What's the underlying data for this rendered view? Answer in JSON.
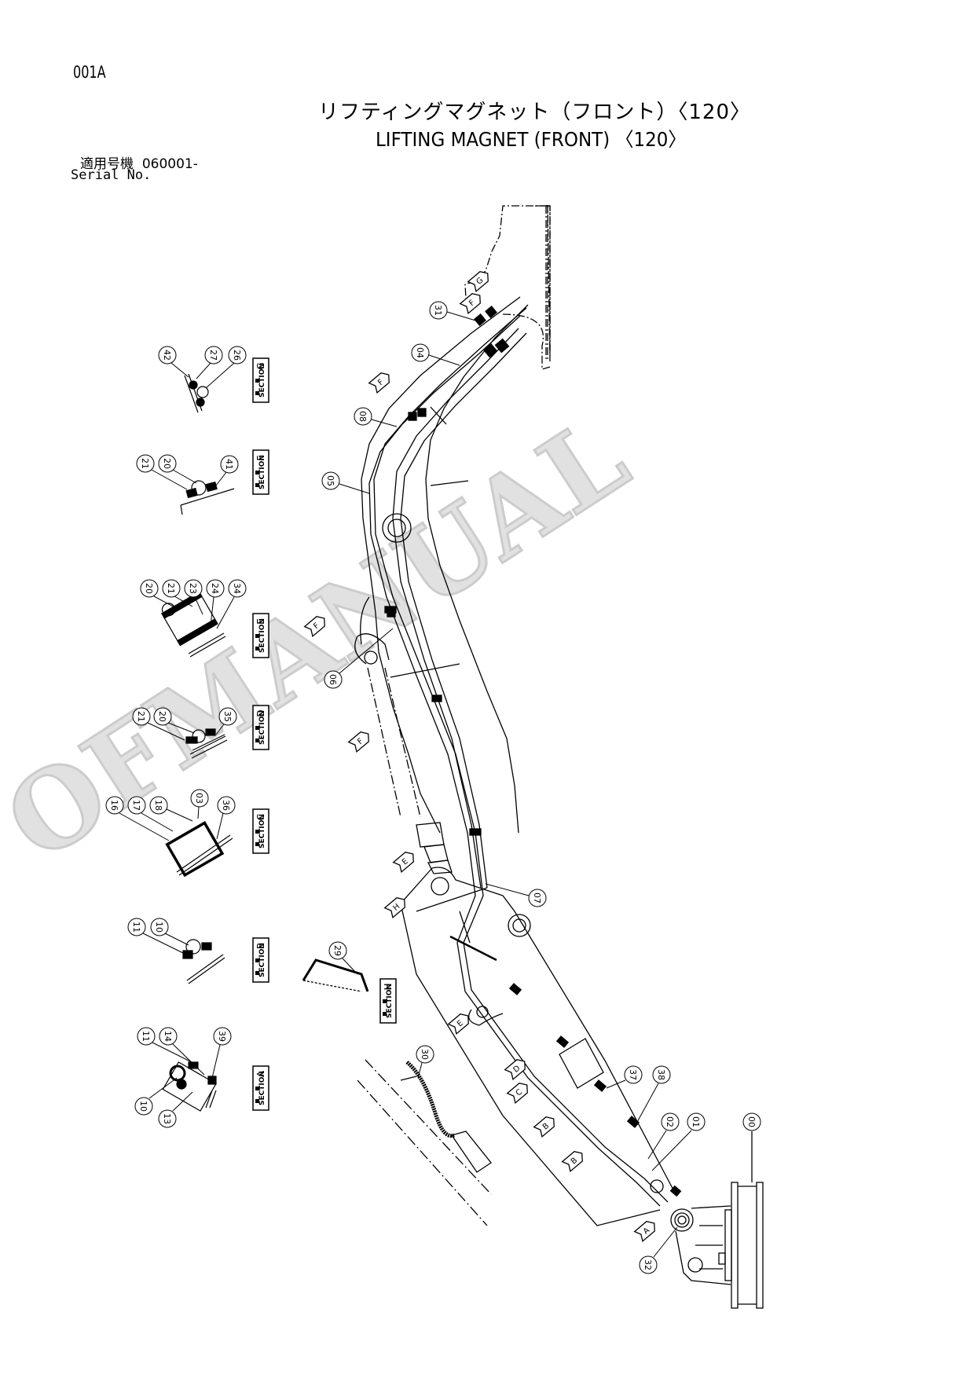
{
  "header": {
    "page_code": "001A",
    "title_jp": "リフティングマグネット（フロント）〈120〉",
    "title_en": "LIFTING MAGNET (FRONT) 〈120〉",
    "serial_label_jp": "適用号機",
    "serial_value": "060001-",
    "serial_label_en": "Serial No."
  },
  "watermark": "OFMANUAL",
  "sections": [
    {
      "id": "G",
      "label": "SECTION",
      "letter": "G",
      "callouts": [
        "42",
        "27",
        "26"
      ]
    },
    {
      "id": "F",
      "label": "SECTION",
      "letter": "F",
      "callouts": [
        "21",
        "20",
        "41"
      ]
    },
    {
      "id": "E",
      "label": "SECTION",
      "letter": "E",
      "callouts": [
        "20",
        "21",
        "23",
        "24",
        "34"
      ]
    },
    {
      "id": "D",
      "label": "SECTION",
      "letter": "D",
      "callouts": [
        "21",
        "20",
        "35"
      ]
    },
    {
      "id": "C",
      "label": "SECTION",
      "letter": "C",
      "callouts": [
        "16",
        "17",
        "18",
        "03",
        "36"
      ]
    },
    {
      "id": "B",
      "label": "SECTION",
      "letter": "B",
      "callouts": [
        "11",
        "10"
      ]
    },
    {
      "id": "H",
      "label": "SECTION",
      "letter": "H",
      "callouts": [
        "29"
      ]
    },
    {
      "id": "A",
      "label": "SECTION",
      "letter": "A",
      "callouts": [
        "11",
        "14",
        "39",
        "10",
        "13"
      ]
    }
  ],
  "main_callouts": [
    "31",
    "04",
    "08",
    "05",
    "06",
    "07",
    "30",
    "37",
    "38",
    "02",
    "01",
    "00",
    "32"
  ],
  "view_arrows": [
    "G",
    "F",
    "F",
    "F",
    "F",
    "E",
    "H",
    "E",
    "D",
    "C",
    "B",
    "B",
    "A"
  ]
}
